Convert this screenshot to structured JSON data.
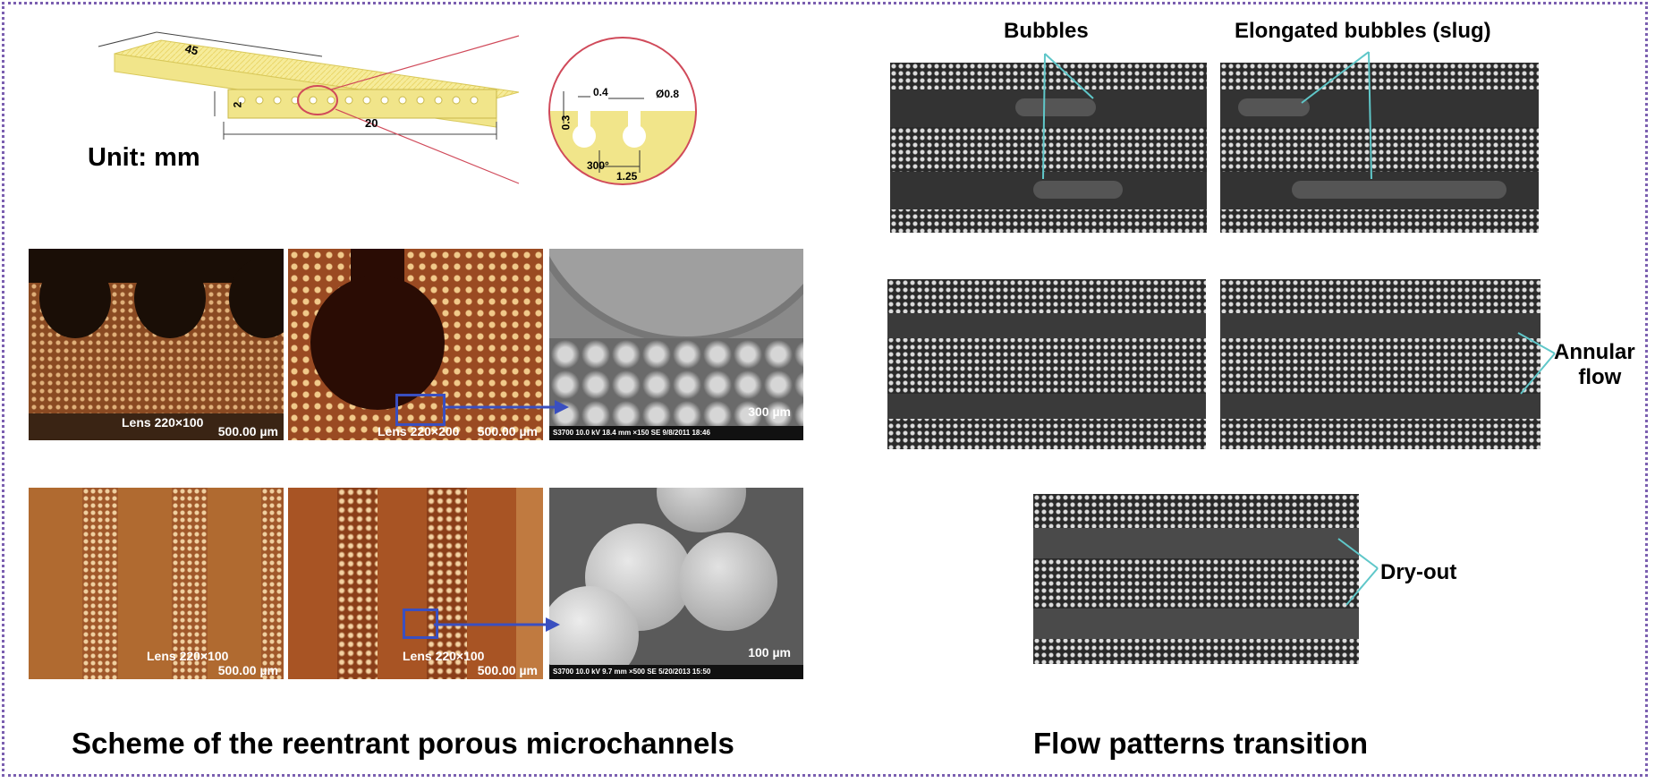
{
  "schematic": {
    "dim_length": "45",
    "dim_height": "2",
    "dim_width": "20",
    "unit_label": "Unit: mm",
    "detail_dims": [
      "0.4",
      "Ø0.8",
      "0.3",
      "300°",
      "1.25"
    ]
  },
  "micrographs": {
    "row1": [
      {
        "lens": "Lens 220×100",
        "scale": "500.00 µm"
      },
      {
        "lens": "Lens 220×200",
        "scale": "500.00 µm"
      },
      {
        "scale": "300 µm",
        "sem_info": "S3700 10.0 kV 18.4 mm ×150  SE  9/8/2011 18:46"
      }
    ],
    "row2": [
      {
        "lens": "Lens 220×100",
        "scale": "500.00 µm"
      },
      {
        "lens": "Lens 220×100",
        "scale": "500.00 µm"
      },
      {
        "scale": "100 µm",
        "sem_info": "S3700 10.0 kV 9.7 mm ×500 SE 5/20/2013 15:50"
      }
    ]
  },
  "flow": {
    "bubbles": "Bubbles",
    "slug": "Elongated bubbles (slug)",
    "annular_1": "Annular",
    "annular_2": "flow",
    "dryout": "Dry-out"
  },
  "captions": {
    "left": "Scheme of the reentrant porous microchannels",
    "right": "Flow patterns transition"
  },
  "colors": {
    "frame": "#7b5fb0",
    "yellow": "#f1e58a",
    "magnify_red": "#d04a5a",
    "arrow_blue": "#3a4fc0",
    "annotation_cyan": "#5fc7c9"
  }
}
